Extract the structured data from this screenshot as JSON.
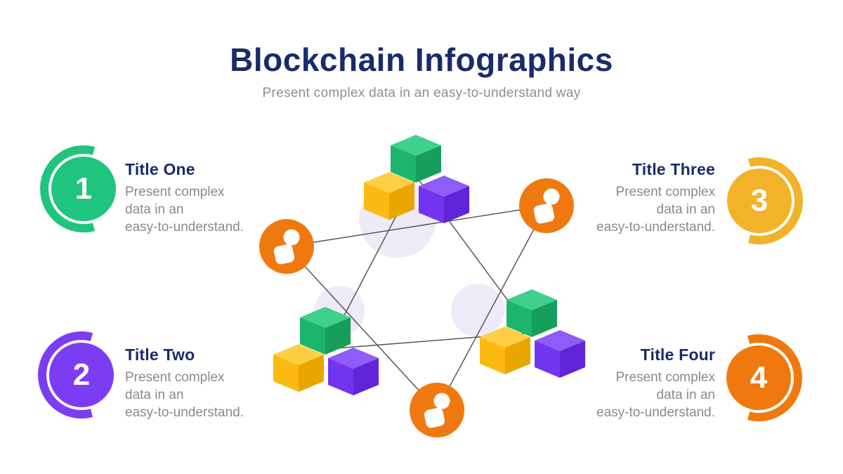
{
  "header": {
    "title": "Blockchain Infographics",
    "subtitle": "Present complex data in an easy-to-understand way"
  },
  "items": [
    {
      "number": "1",
      "title": "Title One",
      "desc_lines": [
        "Present complex",
        "data in an",
        "easy-to-understand."
      ],
      "color": "#1fc47e",
      "side": "left"
    },
    {
      "number": "2",
      "title": "Title Two",
      "desc_lines": [
        "Present complex",
        "data in an",
        "easy-to-understand."
      ],
      "color": "#7b3cf4",
      "side": "left"
    },
    {
      "number": "3",
      "title": "Title Three",
      "desc_lines": [
        "Present complex",
        "data in an",
        "easy-to-understand."
      ],
      "color": "#f2b32b",
      "side": "right"
    },
    {
      "number": "4",
      "title": "Title Four",
      "desc_lines": [
        "Present complex",
        "data in an",
        "easy-to-understand."
      ],
      "color": "#f0790f",
      "side": "right"
    }
  ],
  "diagram": {
    "type": "blockchain-network",
    "block_nodes": [
      "top",
      "bottom-left",
      "bottom-right"
    ],
    "user_nodes": [
      "left",
      "right",
      "bottom"
    ],
    "connections": [
      [
        "block-top",
        "block-bottom-left"
      ],
      [
        "block-top",
        "block-bottom-right"
      ],
      [
        "block-bottom-left",
        "block-bottom-right"
      ],
      [
        "user-left",
        "user-right"
      ],
      [
        "user-left",
        "user-bottom"
      ],
      [
        "user-right",
        "user-bottom"
      ]
    ],
    "colors": {
      "cube_green_top": "#3fd08c",
      "cube_green_left": "#1cb56b",
      "cube_green_right": "#169e5c",
      "cube_yellow_top": "#ffce45",
      "cube_yellow_left": "#fbba12",
      "cube_yellow_right": "#e9a500",
      "cube_purple_top": "#8e5cf7",
      "cube_purple_left": "#7334ef",
      "cube_purple_right": "#6124d8",
      "user_node": "#f0790f",
      "line": "#4d4d4d",
      "halo": "#efeaf8"
    }
  },
  "colors": {
    "title_navy": "#1a2b6b",
    "body_gray": "#8a8a8a",
    "background": "#ffffff"
  }
}
